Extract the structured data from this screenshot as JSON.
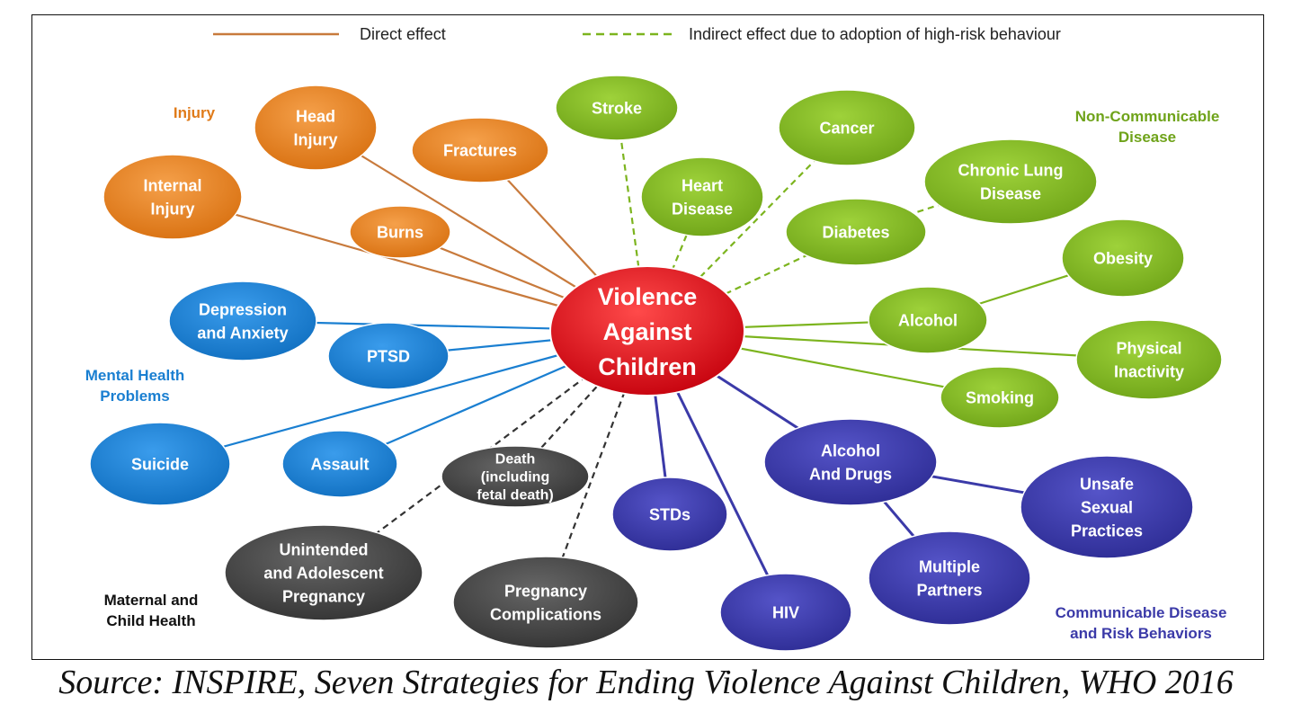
{
  "legend": {
    "direct_label": "Direct effect",
    "indirect_label": "Indirect effect due to adoption of high-risk behaviour"
  },
  "groups": {
    "injury": "Injury",
    "ncd": "Non-Communicable\nDisease",
    "mental": "Mental Health\nProblems",
    "maternal": "Maternal and\nChild Health",
    "communicable": "Communicable Disease\nand Risk Behaviors"
  },
  "center": [
    "Violence",
    "Against",
    "Children"
  ],
  "nodes": [
    {
      "id": "head-injury",
      "lines": [
        "Head",
        "Injury"
      ],
      "group": "injury",
      "link": "direct"
    },
    {
      "id": "fractures",
      "lines": [
        "Fractures"
      ],
      "group": "injury",
      "link": "direct"
    },
    {
      "id": "internal-injury",
      "lines": [
        "Internal",
        "Injury"
      ],
      "group": "injury",
      "link": "direct"
    },
    {
      "id": "burns",
      "lines": [
        "Burns"
      ],
      "group": "injury",
      "link": "direct"
    },
    {
      "id": "stroke",
      "lines": [
        "Stroke"
      ],
      "group": "ncd",
      "link": "indirect"
    },
    {
      "id": "cancer",
      "lines": [
        "Cancer"
      ],
      "group": "ncd",
      "link": "indirect"
    },
    {
      "id": "heart-disease",
      "lines": [
        "Heart",
        "Disease"
      ],
      "group": "ncd",
      "link": "indirect"
    },
    {
      "id": "chronic-lung-disease",
      "lines": [
        "Chronic Lung",
        "Disease"
      ],
      "group": "ncd",
      "link": "indirect"
    },
    {
      "id": "diabetes",
      "lines": [
        "Diabetes"
      ],
      "group": "ncd",
      "link": "indirect"
    },
    {
      "id": "obesity",
      "lines": [
        "Obesity"
      ],
      "group": "ncd",
      "link": "direct"
    },
    {
      "id": "alcohol",
      "lines": [
        "Alcohol"
      ],
      "group": "ncd",
      "link": "direct"
    },
    {
      "id": "physical-inactivity",
      "lines": [
        "Physical",
        "Inactivity"
      ],
      "group": "ncd",
      "link": "direct"
    },
    {
      "id": "smoking",
      "lines": [
        "Smoking"
      ],
      "group": "ncd",
      "link": "direct"
    },
    {
      "id": "depression-anxiety",
      "lines": [
        "Depression",
        "and Anxiety"
      ],
      "group": "mental",
      "link": "direct"
    },
    {
      "id": "ptsd",
      "lines": [
        "PTSD"
      ],
      "group": "mental",
      "link": "direct"
    },
    {
      "id": "suicide",
      "lines": [
        "Suicide"
      ],
      "group": "mental",
      "link": "direct"
    },
    {
      "id": "assault",
      "lines": [
        "Assault"
      ],
      "group": "mental",
      "link": "direct"
    },
    {
      "id": "death",
      "lines": [
        "Death",
        "(including",
        "fetal death)"
      ],
      "group": "maternal",
      "link": "indirect"
    },
    {
      "id": "unintended-pregnancy",
      "lines": [
        "Unintended",
        "and  Adolescent",
        "Pregnancy"
      ],
      "group": "maternal",
      "link": "indirect"
    },
    {
      "id": "pregnancy-complications",
      "lines": [
        "Pregnancy",
        "Complications"
      ],
      "group": "maternal",
      "link": "indirect"
    },
    {
      "id": "stds",
      "lines": [
        "STDs"
      ],
      "group": "communicable",
      "link": "direct"
    },
    {
      "id": "hiv",
      "lines": [
        "HIV"
      ],
      "group": "communicable",
      "link": "direct"
    },
    {
      "id": "alcohol-drugs",
      "lines": [
        "Alcohol",
        "And Drugs"
      ],
      "group": "communicable",
      "link": "direct"
    },
    {
      "id": "unsafe-sexual-practices",
      "lines": [
        "Unsafe",
        "Sexual",
        "Practices"
      ],
      "group": "communicable",
      "link": "direct"
    },
    {
      "id": "multiple-partners",
      "lines": [
        "Multiple",
        "Partners"
      ],
      "group": "communicable",
      "link": "direct"
    }
  ],
  "colors": {
    "injury_fill": "#e07b1a",
    "injury_text": "#e07b1a",
    "injury_line": "#c87a3c",
    "ncd_fill": "#7cb41e",
    "ncd_text": "#6fa31a",
    "ncd_line": "#7cb41e",
    "mental_fill": "#1a7fd1",
    "mental_text": "#1a7fd1",
    "mental_line": "#1a7fd1",
    "maternal_fill": "#454545",
    "maternal_text": "#111111",
    "maternal_line": "#333333",
    "communicable_fill": "#3b3aa8",
    "communicable_text": "#3b3aa8",
    "communicable_line": "#3b3aa8",
    "center_fill": "#d8101a"
  },
  "caption": "Source: INSPIRE, Seven Strategies for Ending Violence Against Children, WHO 2016"
}
